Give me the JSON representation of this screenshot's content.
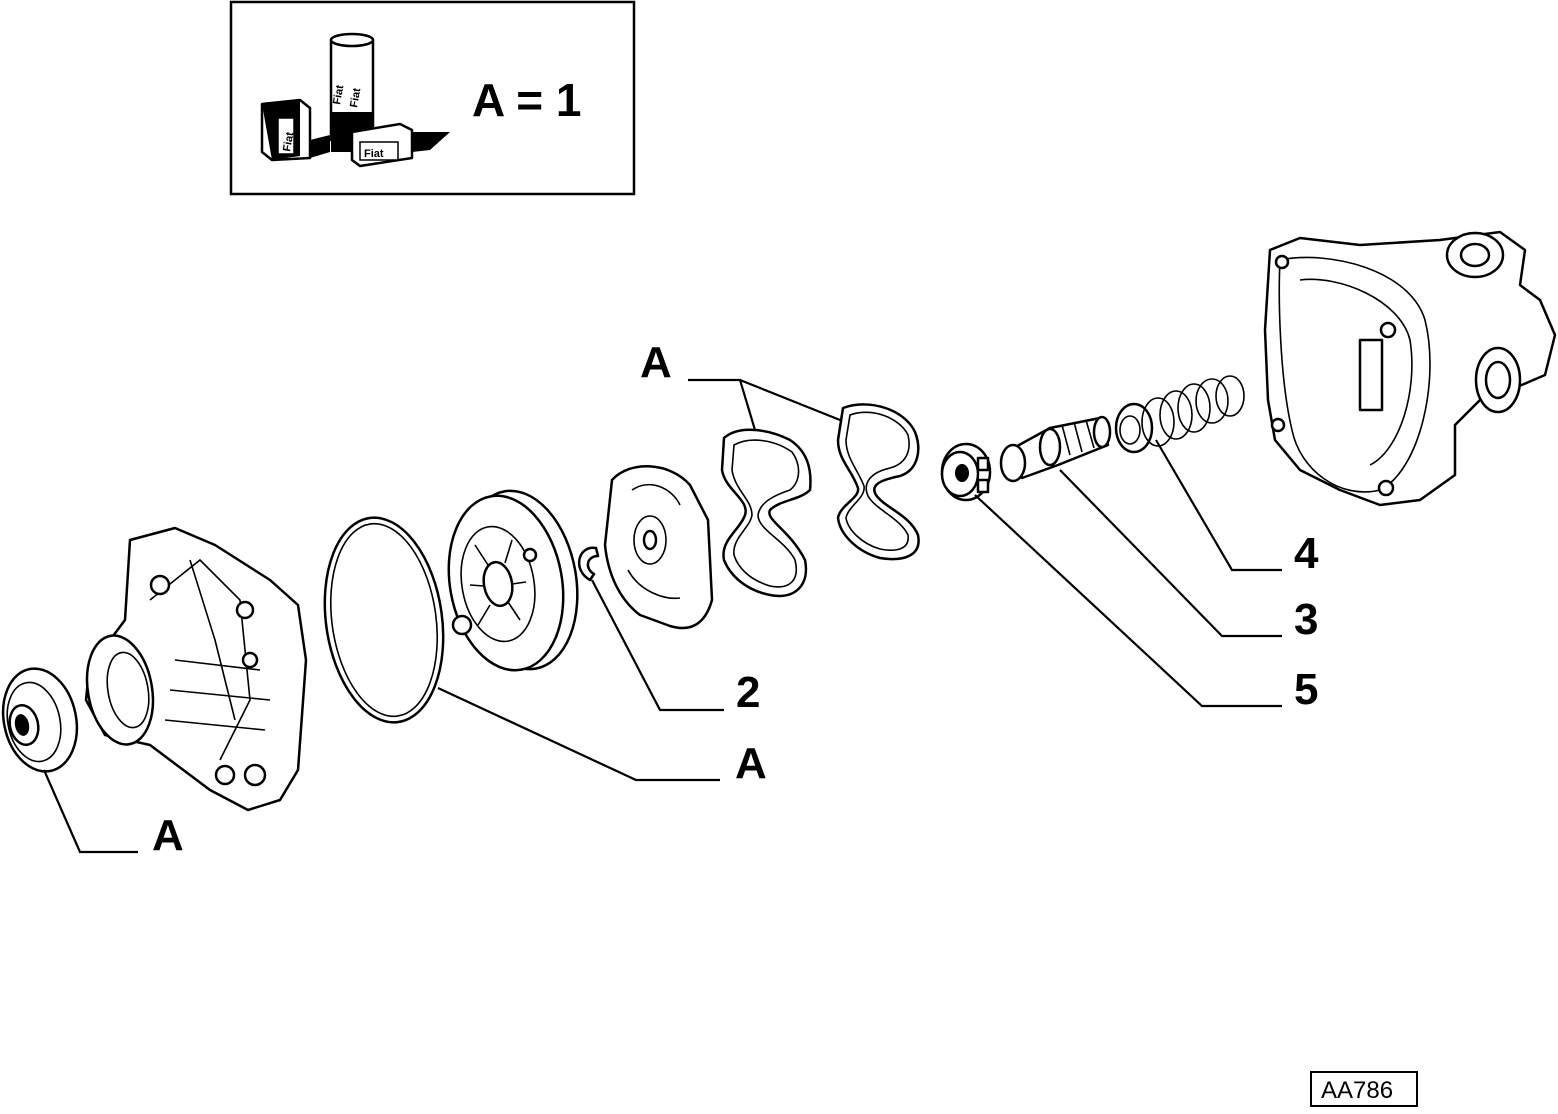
{
  "legend": {
    "package_label_1": "Fiat",
    "package_label_2": "Fiat",
    "package_label_3": "Fiat",
    "package_label_4": "Fiat",
    "equation": "A = 1"
  },
  "callouts": {
    "gasket_pair": "A",
    "o_ring": "A",
    "shaft_seal": "A",
    "circlip": "2",
    "relief_valve": "3",
    "valve_spring": "4",
    "valve_cap": "5"
  },
  "reference_code": "AA786"
}
